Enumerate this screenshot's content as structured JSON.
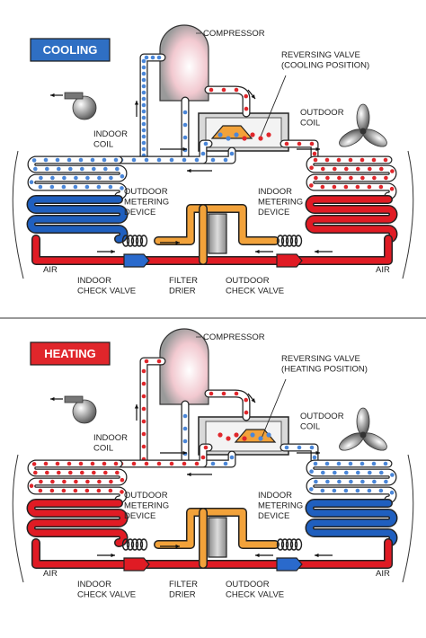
{
  "panels": [
    {
      "mode_label": "COOLING",
      "mode_color": "#2f6fc3",
      "compressor": "COMPRESSOR",
      "valve": [
        "REVERSING VALVE",
        "(COOLING POSITION)"
      ],
      "outdoor_coil": [
        "OUTDOOR",
        "COIL"
      ],
      "indoor_coil": [
        "INDOOR",
        "COIL"
      ],
      "outdoor_metering": [
        "OUTDOOR",
        "METERING",
        "DEVICE"
      ],
      "indoor_metering": [
        "INDOOR",
        "METERING",
        "DEVICE"
      ],
      "air_left": "AIR",
      "air_right": "AIR",
      "indoor_check": [
        "INDOOR",
        "CHECK VALVE"
      ],
      "filter_drier": [
        "FILTER",
        "DRIER"
      ],
      "outdoor_check": [
        "OUTDOOR",
        "CHECK VALVE"
      ],
      "left_coil_color": "#1f5fbf",
      "right_coil_color": "#e01b24",
      "indoor_check_color": "#2a6acc",
      "outdoor_check_color": "#e01b24"
    },
    {
      "mode_label": "HEATING",
      "mode_color": "#e0262b",
      "compressor": "COMPRESSOR",
      "valve": [
        "REVERSING VALVE",
        "(HEATING POSITION)"
      ],
      "outdoor_coil": [
        "OUTDOOR",
        "COIL"
      ],
      "indoor_coil": [
        "INDOOR",
        "COIL"
      ],
      "outdoor_metering": [
        "OUTDOOR",
        "METERING",
        "DEVICE"
      ],
      "indoor_metering": [
        "INDOOR",
        "METERING",
        "DEVICE"
      ],
      "air_left": "AIR",
      "air_right": "AIR",
      "indoor_check": [
        "INDOOR",
        "CHECK VALVE"
      ],
      "filter_drier": [
        "FILTER",
        "DRIER"
      ],
      "outdoor_check": [
        "OUTDOOR",
        "CHECK VALVE"
      ],
      "left_coil_color": "#e01b24",
      "right_coil_color": "#1f5fbf",
      "indoor_check_color": "#e01b24",
      "outdoor_check_color": "#2a6acc"
    }
  ]
}
